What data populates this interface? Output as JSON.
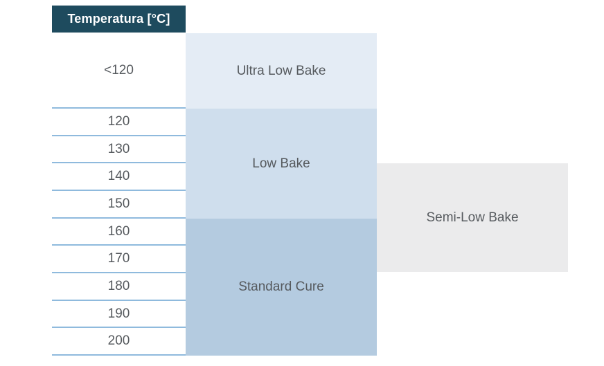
{
  "header": {
    "label": "Temperatura [°C]"
  },
  "temperatures": [
    "<120",
    "120",
    "130",
    "140",
    "150",
    "160",
    "170",
    "180",
    "190",
    "200"
  ],
  "categories": {
    "ultra_low_bake": {
      "label": "Ultra Low Bake"
    },
    "low_bake": {
      "label": "Low Bake"
    },
    "standard_cure": {
      "label": "Standard Cure"
    },
    "semi_low_bake": {
      "label": "Semi-Low Bake"
    }
  },
  "colors": {
    "header_bg": "#1e4b5e",
    "header_text": "#ffffff",
    "ultra_low_bake_bg": "#e4ecf5",
    "low_bake_bg": "#cfdeed",
    "standard_cure_bg": "#b4cbe0",
    "semi_low_bake_bg": "#ebebec",
    "row_separator_line": "#8fbadd",
    "text": "#565a5e"
  },
  "chart_data": {
    "type": "table",
    "title": "Temperatura [°C]",
    "temperature_ticks": [
      "<120",
      "120",
      "130",
      "140",
      "150",
      "160",
      "170",
      "180",
      "190",
      "200"
    ],
    "categories": [
      {
        "name": "Ultra Low Bake",
        "temperature_range_c": "<120"
      },
      {
        "name": "Low Bake",
        "temperature_range_c": "120–150"
      },
      {
        "name": "Standard Cure",
        "temperature_range_c": "160–200"
      },
      {
        "name": "Semi-Low Bake",
        "temperature_range_c": "140–170"
      }
    ],
    "layout_hints": {
      "temperature_column_position": "left",
      "semi_low_bake_offset": "right column, overlapping Low Bake and Standard Cure ranges",
      "grid": "horizontal light-blue separators in temperature column only"
    }
  }
}
